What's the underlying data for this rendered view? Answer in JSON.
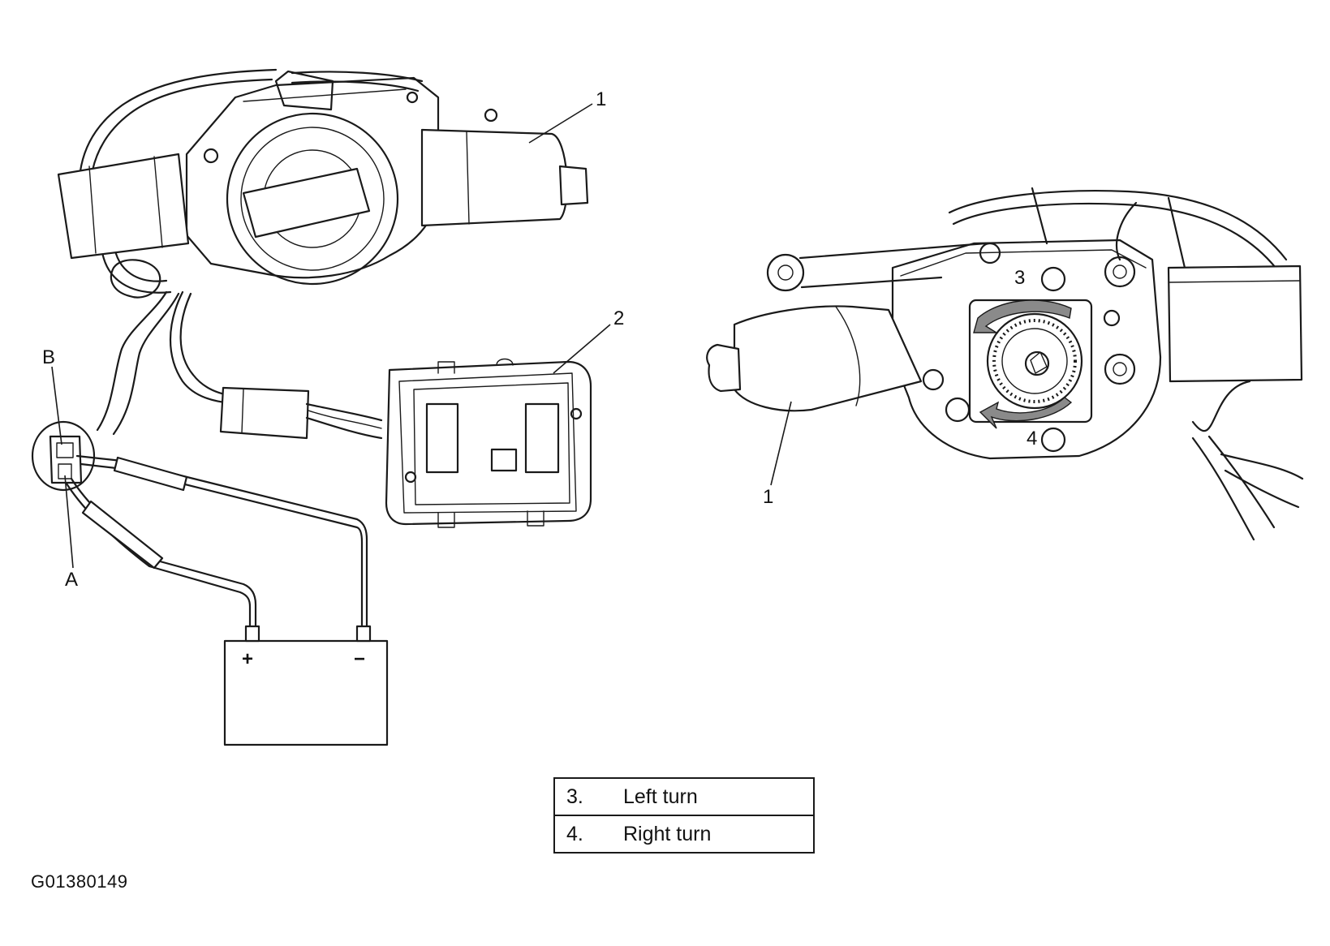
{
  "diagram": {
    "left_callouts": {
      "motor": "1",
      "switch": "2",
      "terminal_b": "B",
      "terminal_a": "A"
    },
    "battery": {
      "positive": "+",
      "negative": "−"
    },
    "right_callouts": {
      "motor": "1",
      "left_turn": "3",
      "right_turn": "4"
    }
  },
  "legend": [
    {
      "num": "3.",
      "text": "Left turn"
    },
    {
      "num": "4.",
      "text": "Right turn"
    }
  ],
  "figure_code": "G01380149",
  "colors": {
    "line": "#1a1a1a",
    "arrow": "#8a8a8a",
    "background": "#ffffff"
  }
}
